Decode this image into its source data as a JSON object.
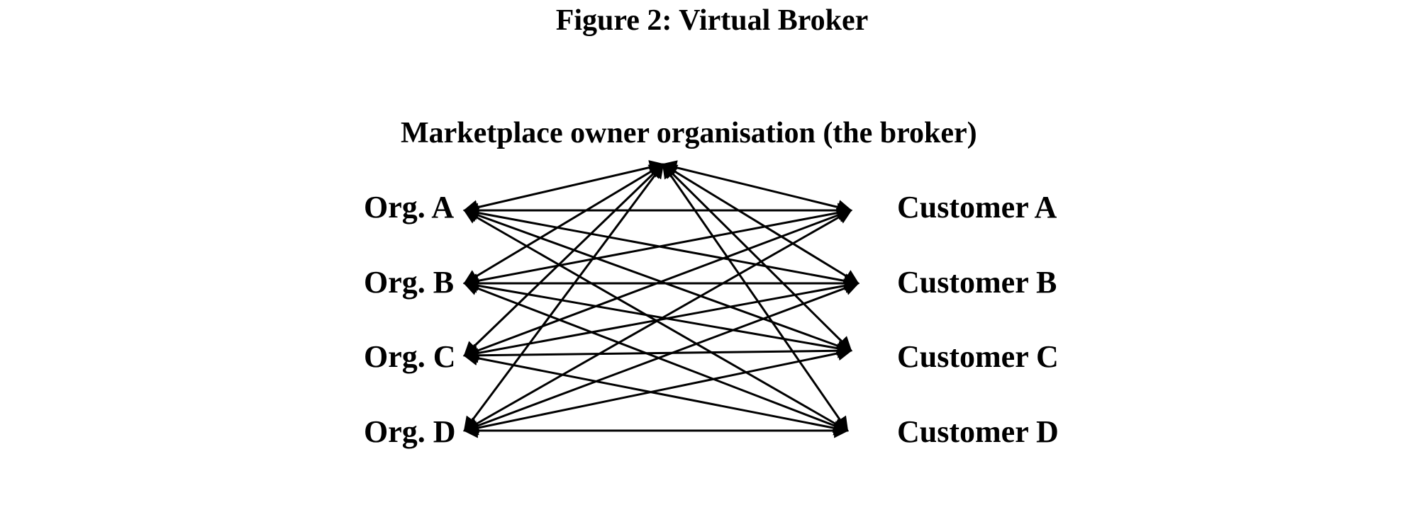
{
  "figure": {
    "title": "Figure 2: Virtual Broker"
  },
  "broker": {
    "label": "Marketplace owner organisation (the broker)"
  },
  "organisations": [
    {
      "label": "Org. A"
    },
    {
      "label": "Org. B"
    },
    {
      "label": "Org. C"
    },
    {
      "label": "Org. D"
    }
  ],
  "customers": [
    {
      "label": "Customer A"
    },
    {
      "label": "Customer B"
    },
    {
      "label": "Customer C"
    },
    {
      "label": "Customer D"
    }
  ],
  "connections": [
    {
      "from": "broker",
      "to": "Org. A"
    },
    {
      "from": "broker",
      "to": "Org. B"
    },
    {
      "from": "broker",
      "to": "Org. C"
    },
    {
      "from": "broker",
      "to": "Org. D"
    },
    {
      "from": "broker",
      "to": "Customer A"
    },
    {
      "from": "broker",
      "to": "Customer B"
    },
    {
      "from": "broker",
      "to": "Customer C"
    },
    {
      "from": "broker",
      "to": "Customer D"
    },
    {
      "from": "Org. A",
      "to": "Customer A"
    },
    {
      "from": "Org. A",
      "to": "Customer B"
    },
    {
      "from": "Org. A",
      "to": "Customer C"
    },
    {
      "from": "Org. A",
      "to": "Customer D"
    },
    {
      "from": "Org. B",
      "to": "Customer A"
    },
    {
      "from": "Org. B",
      "to": "Customer B"
    },
    {
      "from": "Org. B",
      "to": "Customer C"
    },
    {
      "from": "Org. B",
      "to": "Customer D"
    },
    {
      "from": "Org. C",
      "to": "Customer A"
    },
    {
      "from": "Org. C",
      "to": "Customer B"
    },
    {
      "from": "Org. C",
      "to": "Customer C"
    },
    {
      "from": "Org. C",
      "to": "Customer D"
    },
    {
      "from": "Org. D",
      "to": "Customer A"
    },
    {
      "from": "Org. D",
      "to": "Customer B"
    },
    {
      "from": "Org. D",
      "to": "Customer C"
    },
    {
      "from": "Org. D",
      "to": "Customer D"
    }
  ],
  "style": {
    "line_color": "#000000",
    "arrowheads": "both-ends"
  }
}
